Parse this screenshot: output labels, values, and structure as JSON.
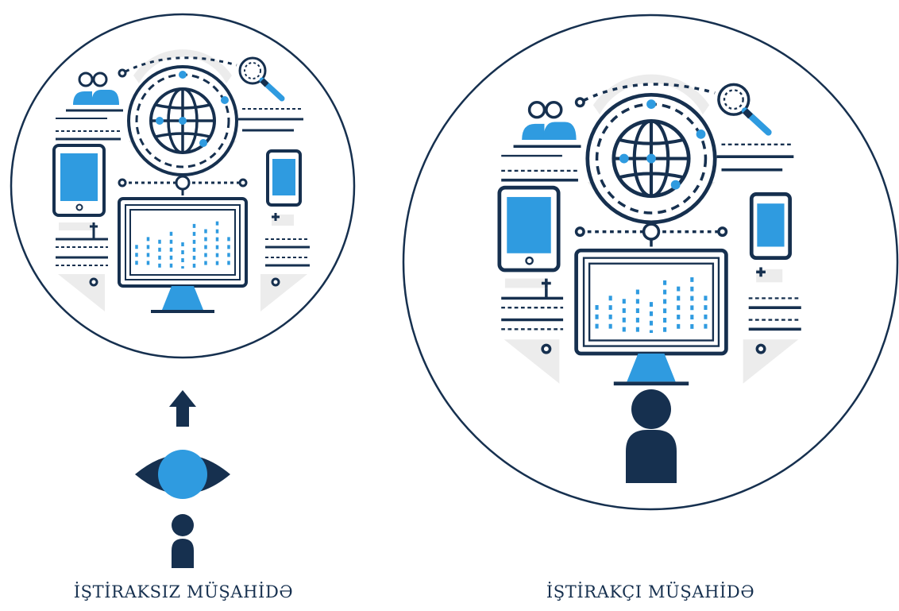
{
  "colors": {
    "navy": "#16304f",
    "blue": "#2f9be0",
    "light_gray": "#ececec",
    "white": "#ffffff"
  },
  "panels": [
    {
      "caption": "İŞTİRAKSIZ MÜŞAHİDƏ",
      "observer": "eye-with-person-and-arrow"
    },
    {
      "caption": "İŞTİRAKÇI MÜŞAHİDƏ",
      "observer": "person-inside-circle"
    }
  ],
  "illustration": {
    "chart_bar_heights": [
      0.45,
      0.6,
      0.55,
      0.7,
      0.5,
      0.85,
      0.75,
      0.9,
      0.6
    ]
  }
}
